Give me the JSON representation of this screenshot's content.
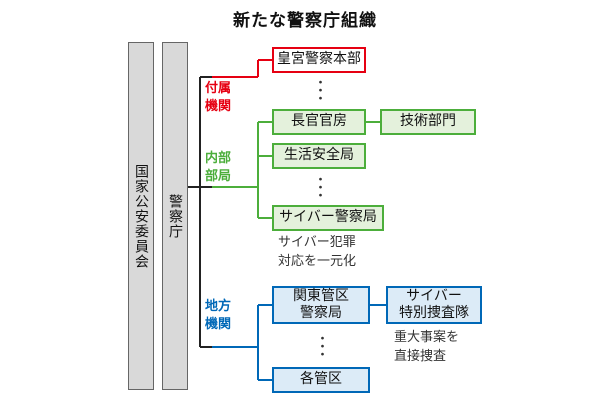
{
  "title": "新たな警察庁組織",
  "vertical": {
    "commission": "国家公安委員会",
    "npa": "警察庁"
  },
  "groups": {
    "attached": {
      "label": "付属\n機関",
      "items": [
        "皇宮警察本部"
      ],
      "ellipsis": "・\n・\n・"
    },
    "internal": {
      "label": "内部\n部局",
      "items": [
        "長官官房",
        "生活安全局",
        "サイバー警察局"
      ],
      "sub_item": "技術部門",
      "ellipsis": "・\n・\n・",
      "note": "サイバー犯罪\n対応を一元化"
    },
    "regional": {
      "label": "地方\n機関",
      "items": [
        "関東管区\n警察局",
        "各管区"
      ],
      "sub_item": "サイバー\n特別捜査隊",
      "ellipsis": "・\n・\n・",
      "note": "重大事案を\n直接捜査"
    }
  },
  "colors": {
    "attached": "#e60012",
    "internal": "#4cae3b",
    "regional": "#0068b7",
    "trunk": "#222222"
  }
}
